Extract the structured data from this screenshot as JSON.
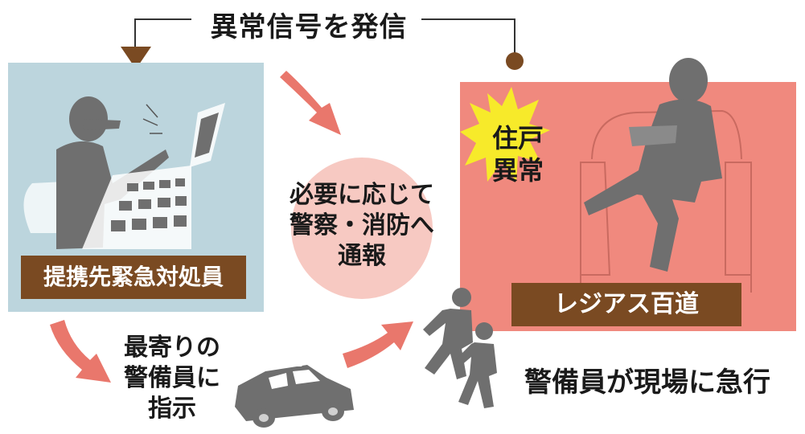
{
  "title": "異常信号を発信",
  "left_panel": {
    "label": "提携先緊急対処員"
  },
  "right_panel": {
    "label": "レジアス百道",
    "alarm_line1": "住戸",
    "alarm_line2": "異常"
  },
  "center": {
    "line1": "必要に応じて",
    "line2": "警察・消防へ",
    "line3": "通報"
  },
  "instruction": {
    "line1": "最寄りの",
    "line2": "警備員に",
    "line3": "指示"
  },
  "guards_action": "警備員が現場に急行",
  "colors": {
    "left_panel_bg": "#bcd5dd",
    "right_panel_bg": "#f0897e",
    "label_bg": "#7a4a22",
    "circle_bg": "#f7c9c2",
    "arrow": "#e9776c",
    "silhouette": "#6f6f6f",
    "alarm_burst": "#f7ea2a"
  },
  "icons": [
    "dispatcher-silhouette",
    "monitor-icon",
    "keyboard-icon",
    "resident-silhouette",
    "armchair-icon",
    "alarm-burst-icon",
    "patrol-car-icon",
    "running-guards-icon",
    "curved-arrow-icon"
  ]
}
